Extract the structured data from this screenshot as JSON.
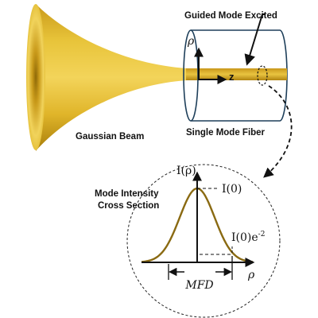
{
  "colors": {
    "beam_light": "#f6dc6a",
    "beam_mid": "#e0b62a",
    "beam_dark": "#a87d0a",
    "fiber_stroke": "#1e3f5a",
    "curve": "#8a6a12",
    "background": "#ffffff"
  },
  "labels": {
    "gaussian_beam": "Gaussian Beam",
    "single_mode_fiber": "Single Mode Fiber",
    "guided_mode_excited": "Guided Mode Excited",
    "mode_intensity_line1": "Mode Intensity",
    "mode_intensity_line2": "Cross Section"
  },
  "fiber_axes": {
    "rho": "ρ",
    "z": "z"
  },
  "inset": {
    "y_axis_label": "I(ρ)",
    "peak_label": "I(0)",
    "e2_label_base": "I(0)e",
    "e2_label_exp": "-2",
    "x_axis_label": "ρ",
    "mfd_label": "MFD"
  }
}
